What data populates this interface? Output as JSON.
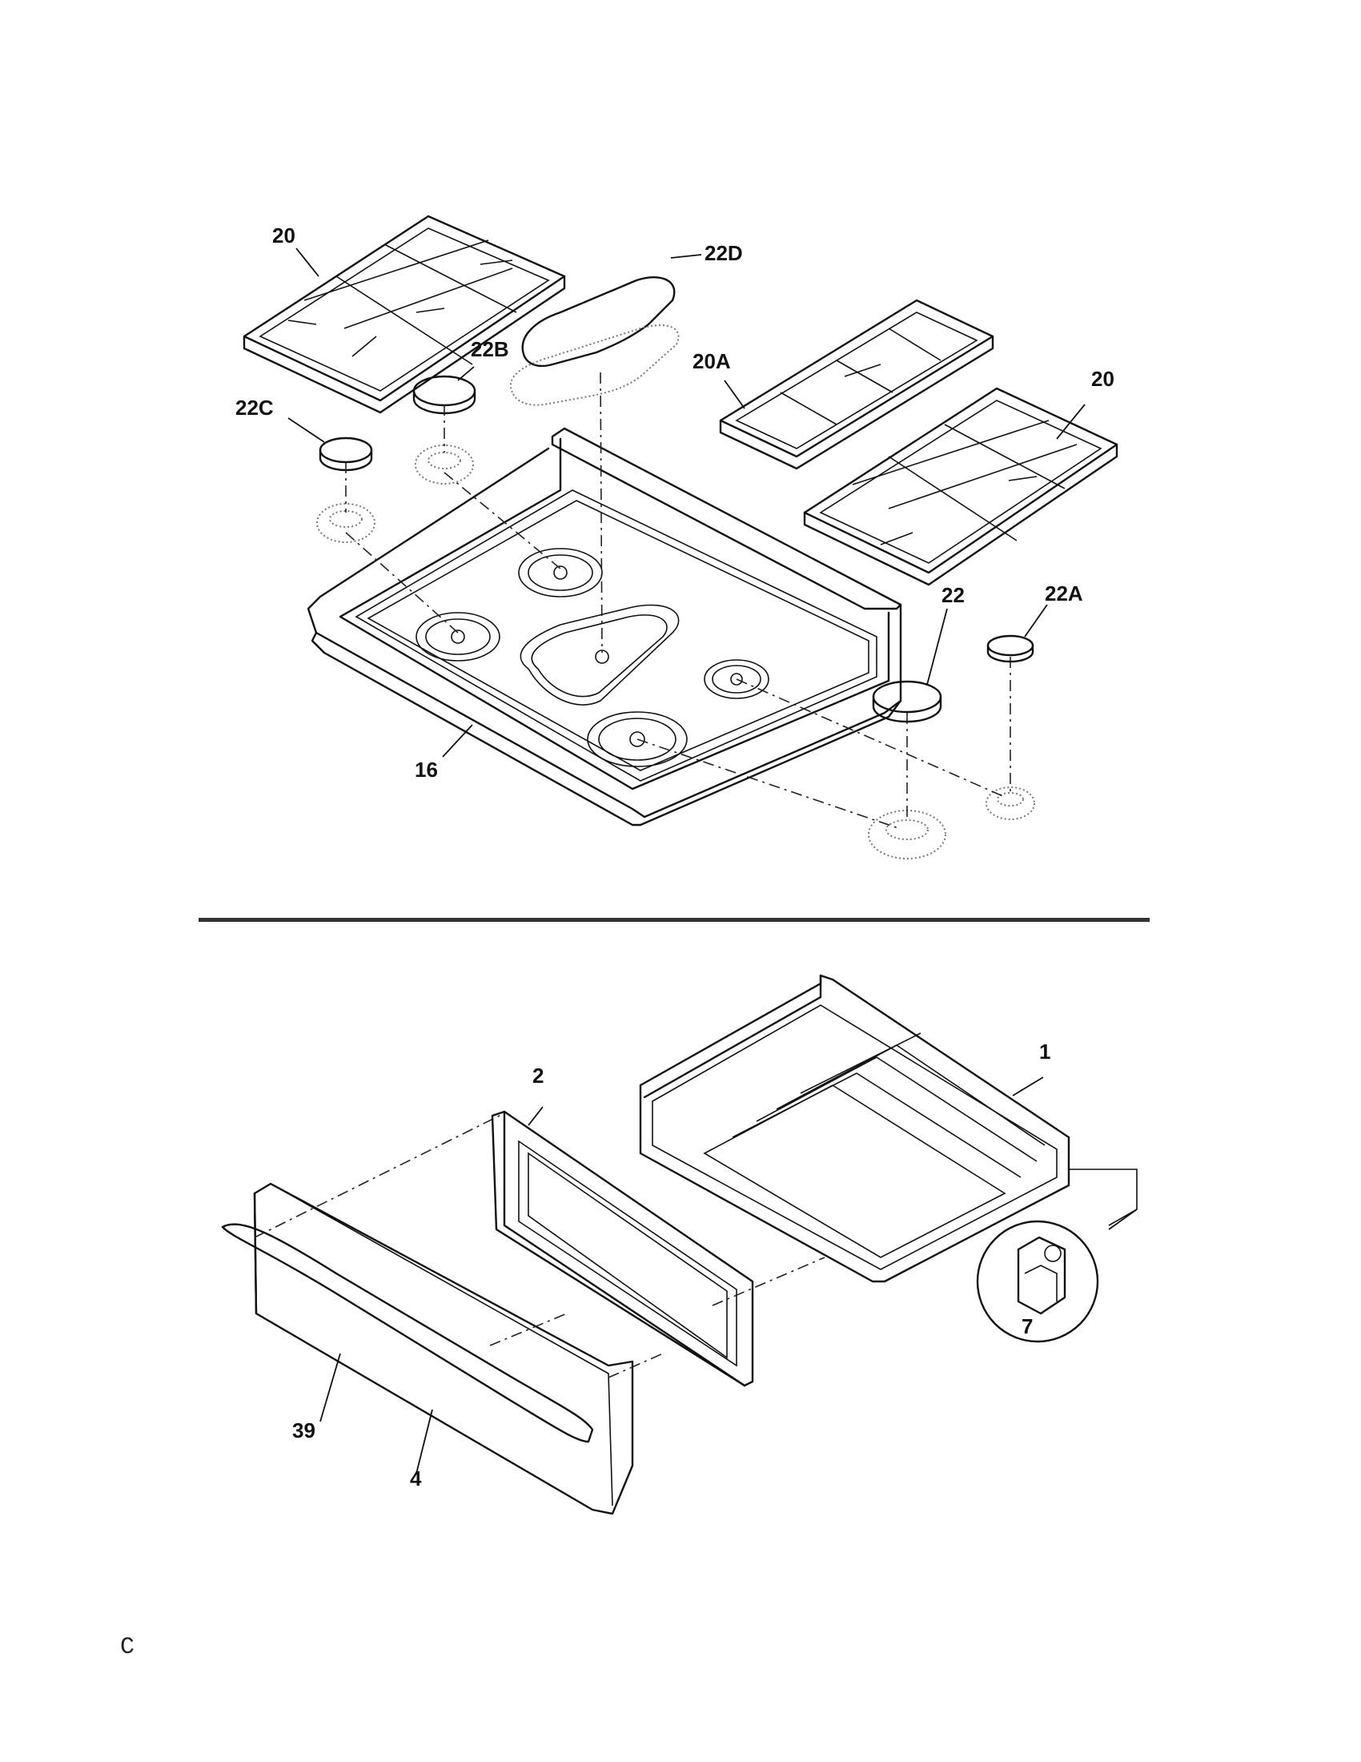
{
  "callouts": {
    "grate_left": "20",
    "cap_22d": "22D",
    "cap_22b": "22B",
    "grate_20a": "20A",
    "grate_right": "20",
    "cap_22c": "22C",
    "cap_22": "22",
    "cap_22a": "22A",
    "cooktop": "16",
    "drawer_body": "1",
    "drawer_liner": "2",
    "clip": "7",
    "handle": "39",
    "drawer_front": "4"
  },
  "footer_mark": "C"
}
